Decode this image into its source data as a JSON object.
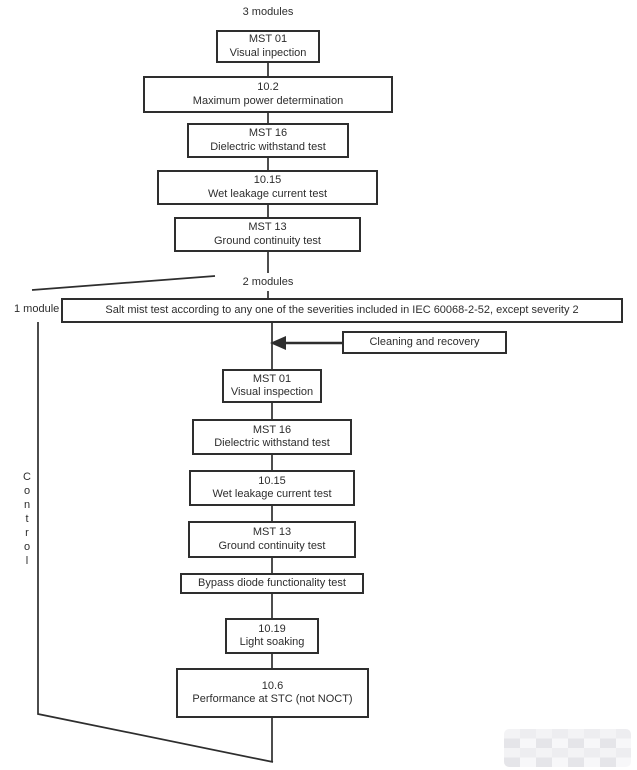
{
  "labels": {
    "three_modules": "3 modules",
    "two_modules": "2 modules",
    "one_module": "1 module",
    "control": "Control"
  },
  "flow1": [
    {
      "code": "MST 01",
      "name": "Visual inpection"
    },
    {
      "code": "10.2",
      "name": "Maximum power determination"
    },
    {
      "code": "MST 16",
      "name": "Dielectric withstand test"
    },
    {
      "code": "10.15",
      "name": "Wet leakage current test"
    },
    {
      "code": "MST 13",
      "name": "Ground continuity test"
    }
  ],
  "salt_mist_label": "Salt mist test according to any one of the severities included in IEC 60068-2-52, except  severity 2",
  "cleaning_label": "Cleaning and recovery",
  "flow2": [
    {
      "code": "MST 01",
      "name": "Visual inspection"
    },
    {
      "code": "MST 16",
      "name": "Dielectric withstand test"
    },
    {
      "code": "10.15",
      "name": "Wet leakage current test"
    },
    {
      "code": "MST 13",
      "name": "Ground continuity test"
    },
    {
      "code": "",
      "name": "Bypass diode functionality test"
    },
    {
      "code": "10.19",
      "name": "Light soaking"
    },
    {
      "code": "10.6",
      "name": "Performance at STC (not NOCT)"
    }
  ],
  "colors": {
    "line": "#2e2e2e",
    "text": "#2d2d2d",
    "background": "#ffffff"
  }
}
